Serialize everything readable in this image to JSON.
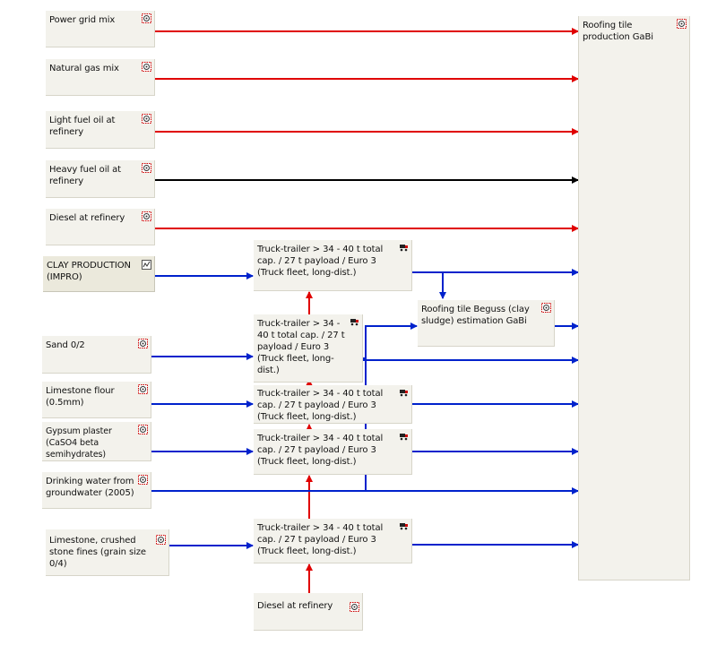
{
  "colors": {
    "red_flow": "#e00000",
    "blue_flow": "#0022cc",
    "black_flow": "#000000"
  },
  "processes": {
    "power_grid": {
      "label": "Power grid mix",
      "icon": "gabi-process-icon"
    },
    "natural_gas": {
      "label": "Natural gas mix",
      "icon": "gabi-process-icon"
    },
    "light_fuel_oil": {
      "label": "Light fuel oil at\nrefinery",
      "icon": "gabi-process-icon"
    },
    "heavy_fuel_oil": {
      "label": "Heavy fuel oil at\nrefinery",
      "icon": "gabi-process-icon"
    },
    "diesel_top": {
      "label": "Diesel at refinery",
      "icon": "gabi-process-icon"
    },
    "clay_production": {
      "label": "CLAY PRODUCTION\n(IMPRO)",
      "icon": "plan-icon"
    },
    "sand": {
      "label": "Sand 0/2",
      "icon": "gabi-process-icon"
    },
    "limestone_flour": {
      "label": "Limestone flour\n(0.5mm)",
      "icon": "gabi-process-icon"
    },
    "gypsum": {
      "label": "Gypsum plaster\n(CaSO4 beta semihydrates)",
      "icon": "gabi-process-icon"
    },
    "drinking_water": {
      "label": "Drinking water from\ngroundwater (2005)",
      "icon": "gabi-process-icon"
    },
    "limestone_crushed": {
      "label": "Limestone, crushed\nstone fines (grain size 0/4)",
      "icon": "gabi-process-icon"
    },
    "diesel_bottom": {
      "label": "Diesel at refinery",
      "icon": "gabi-process-icon"
    },
    "truck1": {
      "label": "Truck-trailer > 34 - 40 t total\ncap. / 27 t payload / Euro 3\n(Truck fleet, long-dist.)",
      "icon": "truck-icon"
    },
    "truck2": {
      "label": "Truck-trailer > 34 -\n40 t total cap. / 27 t\npayload / Euro 3\n(Truck fleet, long-\ndist.)",
      "icon": "truck-icon"
    },
    "truck3": {
      "label": "Truck-trailer > 34 - 40 t total\ncap. / 27 t payload / Euro 3\n(Truck fleet, long-dist.)",
      "icon": "truck-icon"
    },
    "truck4": {
      "label": "Truck-trailer > 34 - 40 t total\ncap. / 27 t payload / Euro 3\n(Truck fleet, long-dist.)",
      "icon": "truck-icon"
    },
    "truck5": {
      "label": "Truck-trailer > 34 - 40 t total\ncap. / 27 t payload / Euro 3\n(Truck fleet, long-dist.)",
      "icon": "truck-icon"
    },
    "beguss": {
      "label": "Roofing tile Beguss (clay\nsludge) estimation GaBi",
      "icon": "gabi-process-icon"
    },
    "roofing_tile": {
      "label": "Roofing tile\nproduction GaBi",
      "icon": "gabi-process-icon"
    }
  }
}
